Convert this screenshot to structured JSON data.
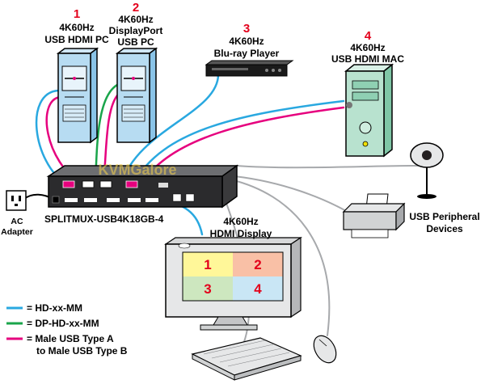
{
  "sources": [
    {
      "number": "1",
      "line1": "4K60Hz",
      "line2": "USB HDMI PC"
    },
    {
      "number": "2",
      "line1": "4K60Hz",
      "line2": "DisplayPort",
      "line3": "USB PC"
    },
    {
      "number": "3",
      "line1": "4K60Hz",
      "line2": "Blu-ray Player"
    },
    {
      "number": "4",
      "line1": "4K60Hz",
      "line2": "USB HDMI MAC"
    }
  ],
  "device": {
    "model": "SPLITMUX-USB4K18GB-4",
    "watermark": "KVMGalore"
  },
  "display": {
    "line1": "4K60Hz",
    "line2": "HDMI Display",
    "quadrants": [
      "1",
      "2",
      "3",
      "4"
    ]
  },
  "ac_adapter": {
    "line1": "AC",
    "line2": "Adapter"
  },
  "peripherals": {
    "line1": "USB Peripheral",
    "line2": "Devices"
  },
  "legend": [
    {
      "color": "#29a8e0",
      "text": "= HD-xx-MM"
    },
    {
      "color": "#1aa54b",
      "text": "= DP-HD-xx-MM"
    },
    {
      "color": "#e6007e",
      "text": "= Male USB Type A",
      "text2": "to Male USB Type B"
    }
  ],
  "colors": {
    "hdmi": "#29a8e0",
    "dp": "#1aa54b",
    "usb": "#e6007e",
    "gray_cable": "#a7a9ac",
    "number": "#e3001b"
  }
}
